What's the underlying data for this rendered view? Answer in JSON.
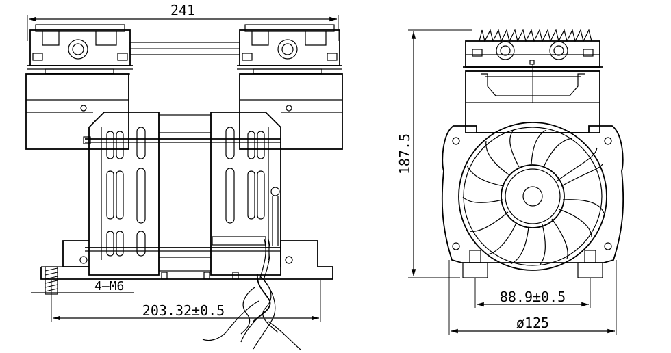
{
  "dimensions": {
    "overall_width": "241",
    "bolt_spec": "4—M6",
    "bolt_spacing": "203.32±0.5",
    "height": "187.5",
    "mount_spacing": "88.9±0.5",
    "fan_diameter": "ø125"
  },
  "colors": {
    "line": "#000000",
    "background": "#ffffff"
  }
}
